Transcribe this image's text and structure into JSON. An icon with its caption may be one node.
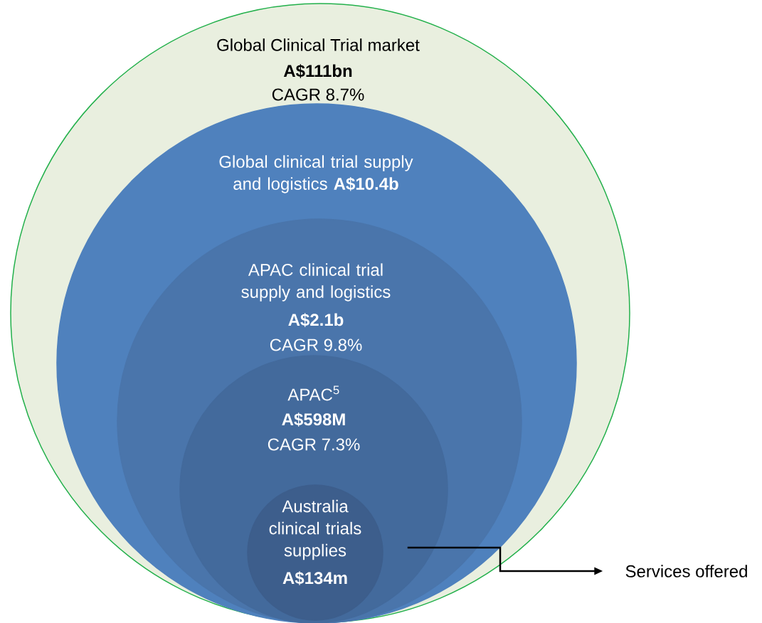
{
  "diagram": {
    "nodes": [
      {
        "text": [
          "Global Clinical Trial market",
          "A$111bn",
          "CAGR 8.7%"
        ]
      },
      {
        "text": [
          "Global clinical trial supply and logistics **A$10.4b**"
        ],
        "in": 0
      },
      {
        "text": [
          "APAC clinical trial supply and logistics",
          "A$2.1b",
          "CAGR 9.8%"
        ],
        "in": 1
      },
      {
        "text": [
          "APAC$^{5}$",
          "A$598M",
          "CAGR 7.3%"
        ],
        "in": 2
      },
      {
        "text": [
          "Australia clinical trials supplies",
          "A$134m"
        ],
        "in": 3
      },
      {
        "text": [
          "Services offered"
        ]
      }
    ],
    "edges": [
      {
        "from": 4,
        "to": 5,
        "arrow": "to"
      }
    ]
  }
}
